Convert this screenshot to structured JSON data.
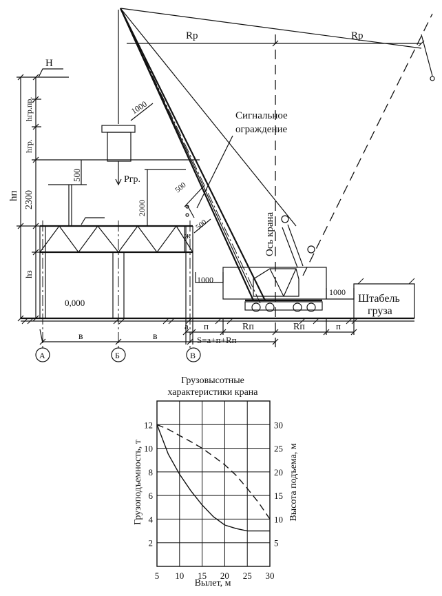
{
  "diagram": {
    "labels": {
      "rp_left": "Rр",
      "rp_right": "Rр",
      "h_top": "Н",
      "h_gr_pr": "hгр.пр.",
      "h_gr": "hгр.",
      "h_p": "hп",
      "h_z": "hз",
      "dim_2300": "2300",
      "dim_500_top": "500",
      "dim_1000_boom": "1000",
      "dim_500_a": "500",
      "dim_500_b": "500",
      "dim_2000": "2000",
      "load_force": "Ргр.",
      "signal_fence_line1": "Сигнальное",
      "signal_fence_line2": "ограждение",
      "crane_axis": "Ось крана",
      "letter_zh": "ж",
      "dim_1000_left": "1000",
      "dim_1000_right": "1000",
      "level_zero": "0,000",
      "stack_line1": "Штабель",
      "stack_line2": "груза",
      "dim_a": "а",
      "dim_p1": "п",
      "dim_rp1": "Rп",
      "dim_rp2": "Rп",
      "dim_p2": "п",
      "dim_v1": "в",
      "dim_v2": "в",
      "formula_s": "S=а+п+Rп",
      "axis_a": "А",
      "axis_b": "Б",
      "axis_v": "В"
    }
  },
  "chart_data": {
    "type": "line",
    "title": "Грузовысотные характеристики крана",
    "xlabel": "Вылет, м",
    "ylabel": "Грузоподъемность, т",
    "y2label": "Высота подъема, м",
    "xlim": [
      5,
      30
    ],
    "ylim": [
      0,
      14
    ],
    "y2lim": [
      0,
      35
    ],
    "x_ticks": [
      "5",
      "10",
      "15",
      "20",
      "25",
      "30"
    ],
    "y_ticks": [
      "2",
      "4",
      "6",
      "8",
      "10",
      "12"
    ],
    "y2_ticks": [
      "5",
      "10",
      "15",
      "20",
      "25",
      "30"
    ],
    "grid": true,
    "series": [
      {
        "axis": "left",
        "style": "solid",
        "x": [
          5,
          6,
          7.5,
          10,
          12.5,
          15,
          17.5,
          20,
          22.5,
          25,
          27.5,
          30
        ],
        "values": [
          12,
          11,
          9.5,
          7.8,
          6.4,
          5.2,
          4.2,
          3.5,
          3.2,
          3.0,
          3.0,
          3.0
        ]
      },
      {
        "axis": "right",
        "style": "dashed",
        "x": [
          5,
          7.5,
          10,
          12.5,
          15,
          17.5,
          20,
          22.5,
          25,
          27.5,
          30
        ],
        "values": [
          30,
          29,
          27.7,
          26.4,
          25,
          23.3,
          21.5,
          19.3,
          16.5,
          13.5,
          10
        ]
      }
    ]
  }
}
